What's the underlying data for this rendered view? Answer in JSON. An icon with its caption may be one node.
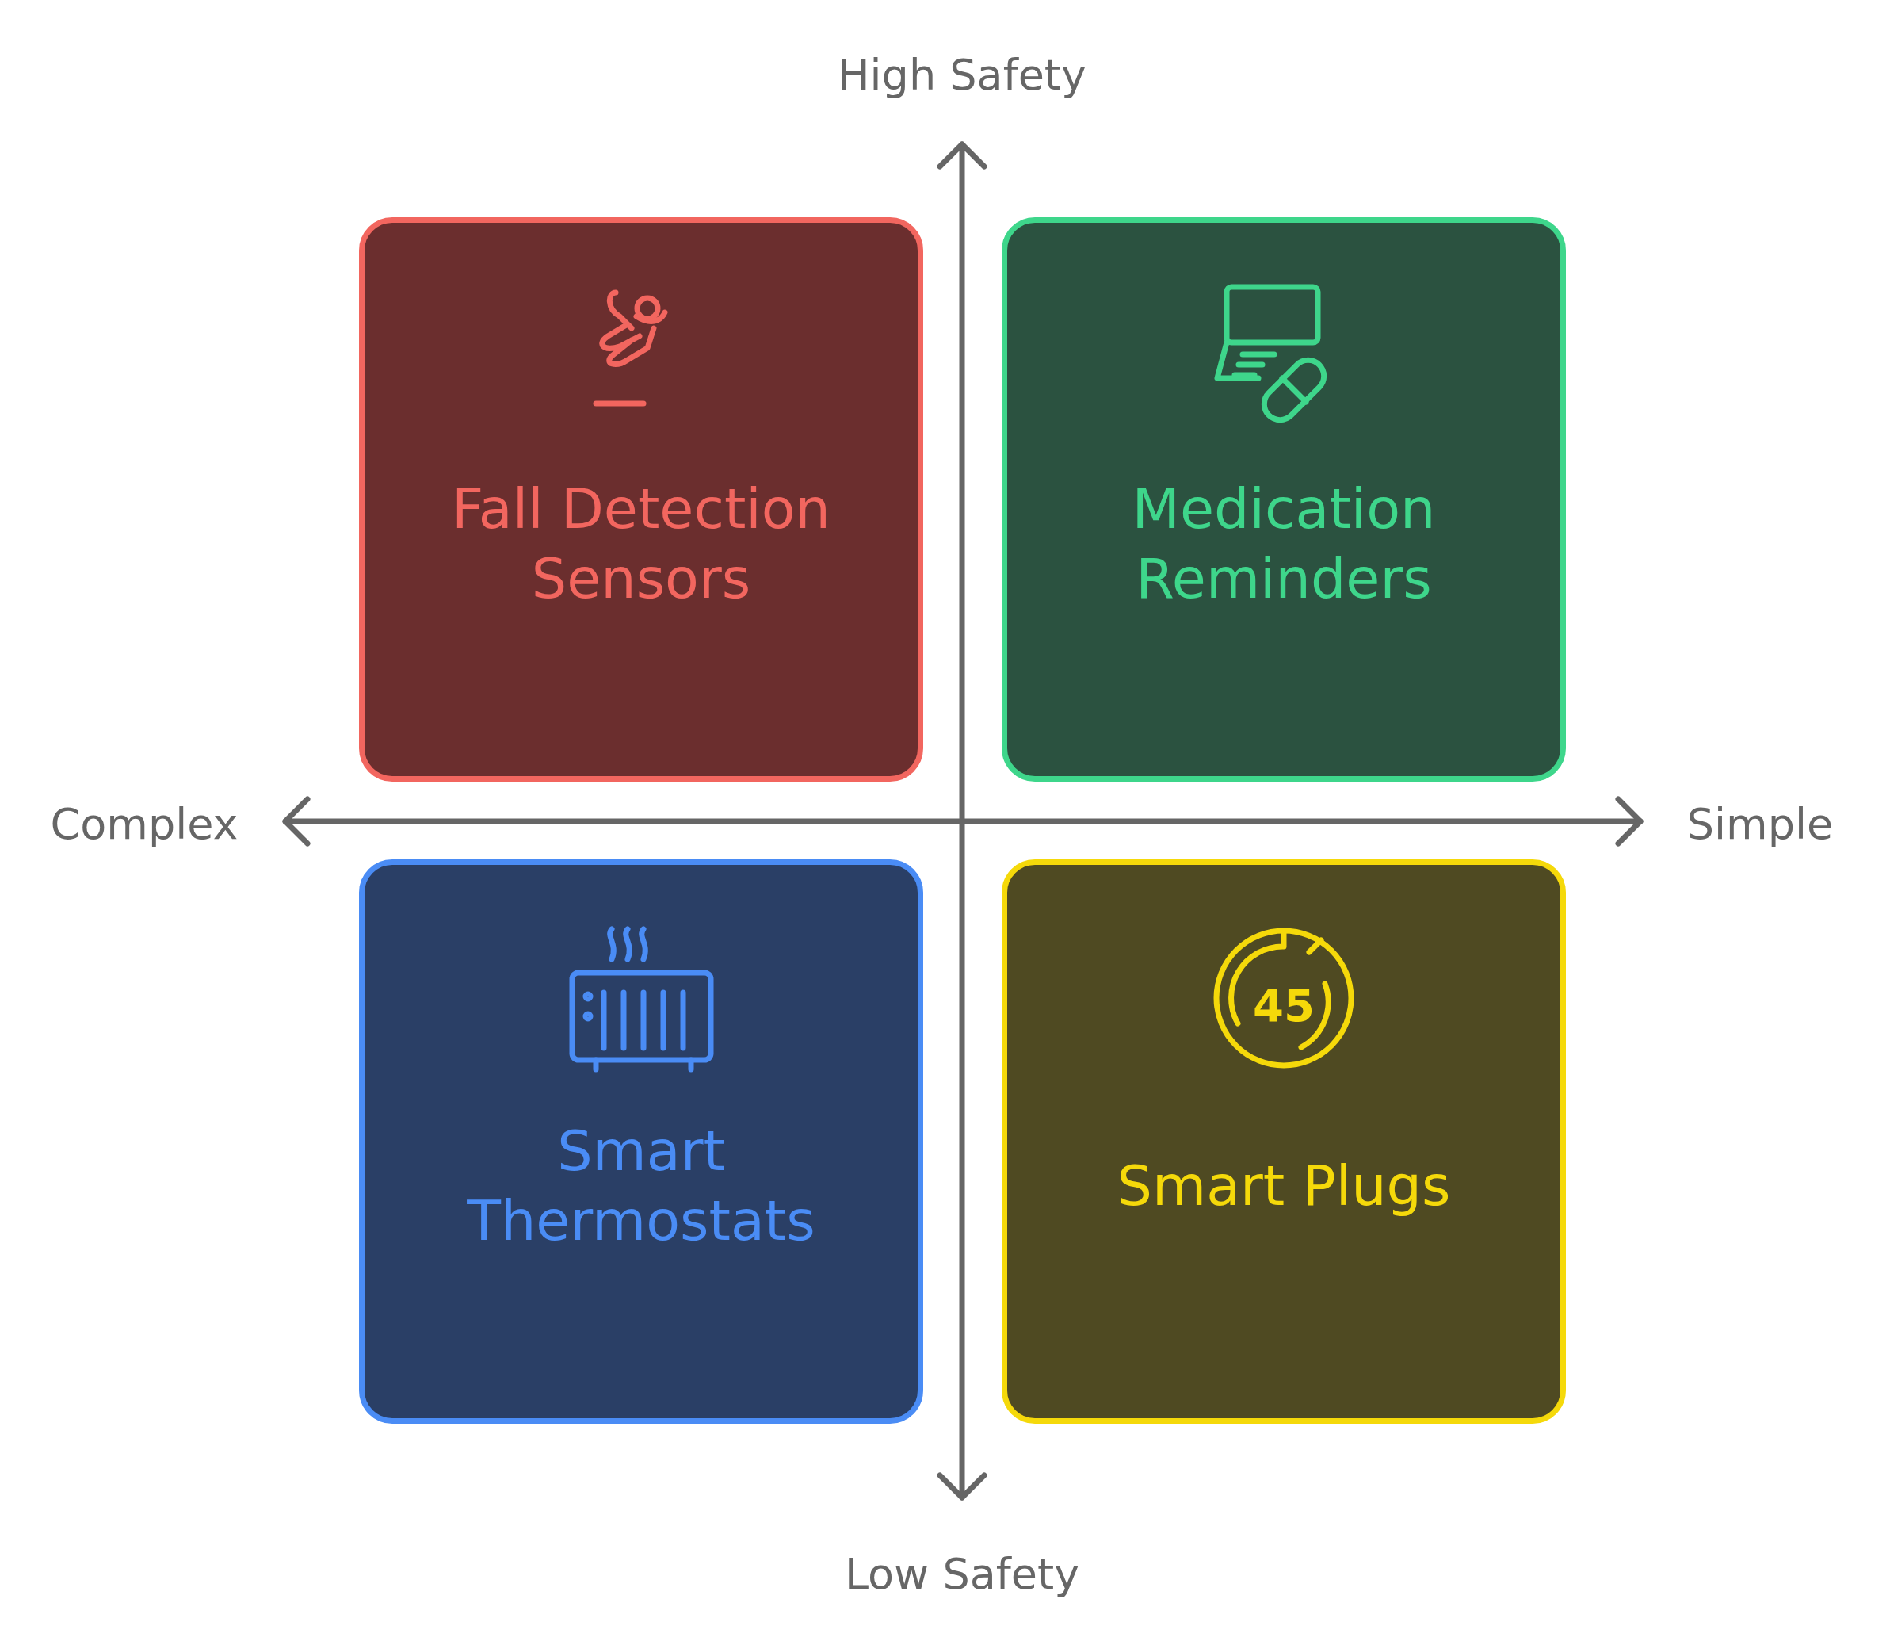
{
  "diagram": {
    "nodes": [
      {
        "text": [
          "Fall Detection Sensors"
        ]
      },
      {
        "text": [
          "Medication Reminders"
        ]
      },
      {
        "text": [
          "Smart Thermostats"
        ]
      },
      {
        "text": [
          "Smart Plugs"
        ]
      }
    ],
    "labels": [
      "High Safety",
      "Complex",
      "Simple",
      "45",
      "Low Safety"
    ]
  }
}
